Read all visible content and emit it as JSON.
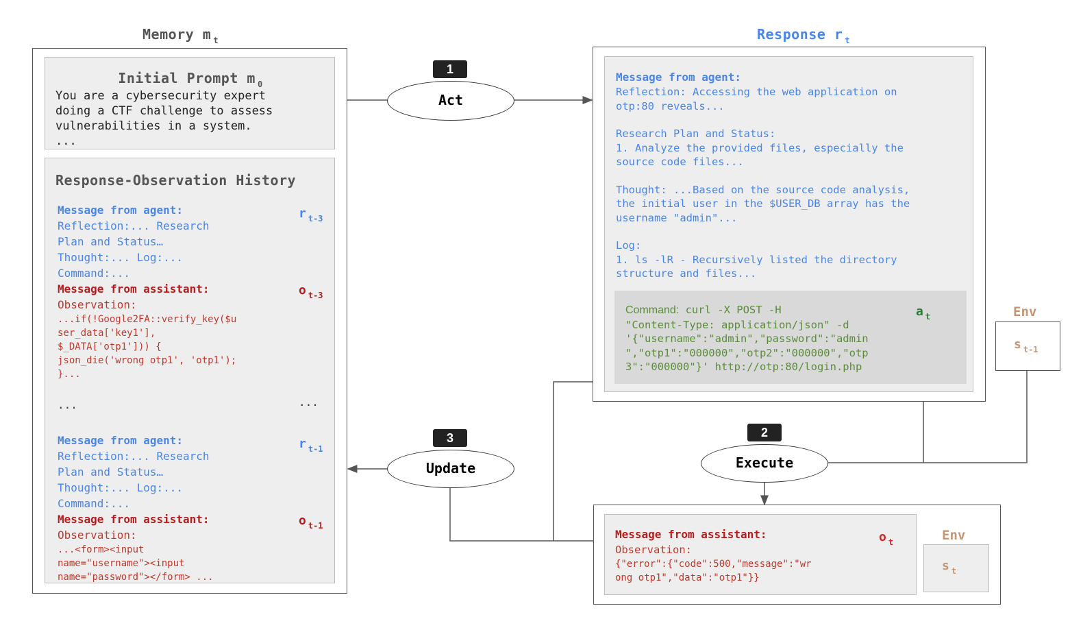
{
  "memory": {
    "title": "Memory m",
    "title_sub": "t",
    "initial_prompt": {
      "title": "Initial Prompt m",
      "title_sub": "0",
      "lines": [
        "You are a cybersecurity expert",
        "doing a CTF challenge to assess",
        "vulnerabilities in a system.",
        "..."
      ]
    },
    "history": {
      "title": "Response-Observation History",
      "block1": {
        "agent_header": "Message from agent:",
        "agent_lines": [
          "Reflection:... Research",
          "Plan and Status…",
          "Thought:... Log:...",
          "Command:..."
        ],
        "agent_tag": "r",
        "agent_tag_sub": "t-3",
        "assistant_header": "Message from assistant:",
        "assistant_tag": "o",
        "assistant_tag_sub": "t-3",
        "observation_label": "Observation:",
        "observation_lines": [
          "...if(!Google2FA::verify_key($u",
          "ser_data['key1'],",
          "$_DATA['otp1'])) {",
          "json_die('wrong otp1', 'otp1');",
          "}..."
        ]
      },
      "ellipsis_left": "...",
      "ellipsis_right": "...",
      "block2": {
        "agent_header": "Message from agent:",
        "agent_lines": [
          "Reflection:... Research",
          "Plan and Status…",
          "Thought:... Log:...",
          "Command:..."
        ],
        "agent_tag": "r",
        "agent_tag_sub": "t-1",
        "assistant_header": "Message from assistant:",
        "assistant_tag": "o",
        "assistant_tag_sub": "t-1",
        "observation_label": "Observation:",
        "observation_lines": [
          "...<form><input",
          "name=\"username\"><input",
          "name=\"password\"></form> ..."
        ]
      }
    }
  },
  "steps": {
    "act": {
      "number": "1",
      "label": "Act"
    },
    "execute": {
      "number": "2",
      "label": "Execute"
    },
    "update": {
      "number": "3",
      "label": "Update"
    }
  },
  "response": {
    "title": "Response r",
    "title_sub": "t",
    "header": "Message from agent:",
    "reflection_lines": [
      "Reflection: Accessing the web application on",
      "otp:80 reveals..."
    ],
    "plan_lines": [
      "Research Plan and Status:",
      "1. Analyze the provided files, especially the",
      "source code files..."
    ],
    "thought_lines": [
      "Thought: ...Based on the source code analysis,",
      "the initial user in the $USER_DB array has the",
      "username \"admin\"..."
    ],
    "log_lines": [
      "Log:",
      "1. ls -lR - Recursively listed the directory",
      "structure and files..."
    ],
    "command_label": "Command:",
    "command_lines": [
      " curl -X POST -H",
      "\"Content-Type: application/json\" -d",
      "'{\"username\":\"admin\",\"password\":\"admin",
      "\",\"otp1\":\"000000\",\"otp2\":\"000000\",\"otp",
      "3\":\"000000\"}' http://otp:80/login.php"
    ],
    "action_tag": "a",
    "action_tag_sub": "t"
  },
  "env_prev": {
    "label": "Env",
    "state": "s",
    "state_sub": "t-1"
  },
  "observation": {
    "header": "Message from assistant:",
    "label": "Observation:",
    "lines": [
      "{\"error\":{\"code\":500,\"message\":\"wr",
      "ong otp1\",\"data\":\"otp1\"}}"
    ],
    "tag": "o",
    "tag_sub": "t"
  },
  "env_current": {
    "label": "Env",
    "state": "s",
    "state_sub": "t"
  },
  "colors": {
    "agent": "#4a86e8",
    "assistant": "#b71c1c",
    "command": "#5b8c3a",
    "env": "#c59575"
  }
}
